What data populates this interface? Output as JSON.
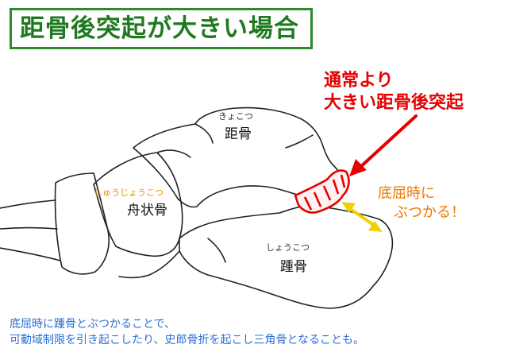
{
  "title": "距骨後突起が大きい場合",
  "labels": {
    "talus_ruby": "きょこつ",
    "talus": "距骨",
    "navicular_ruby": "しゅうじょうこつ",
    "navicular": "舟状骨",
    "calcaneus_ruby": "しょうこつ",
    "calcaneus": "踵骨"
  },
  "callout": {
    "line1": "通常より",
    "line2": "大きい距骨後突起"
  },
  "note": {
    "line1": "底屈時に",
    "line2": "ぶつかる！"
  },
  "caption": {
    "line1": "底屈時に踵骨とぶつかることで、",
    "line2": "可動域制限を引き起こしたり、史郎骨折を起こし三角骨となることも。"
  },
  "colors": {
    "title": "#1f7a1f",
    "callout": "#e60000",
    "note": "#f07800",
    "arrow": "#f2d000",
    "caption": "#2a6fd8"
  }
}
